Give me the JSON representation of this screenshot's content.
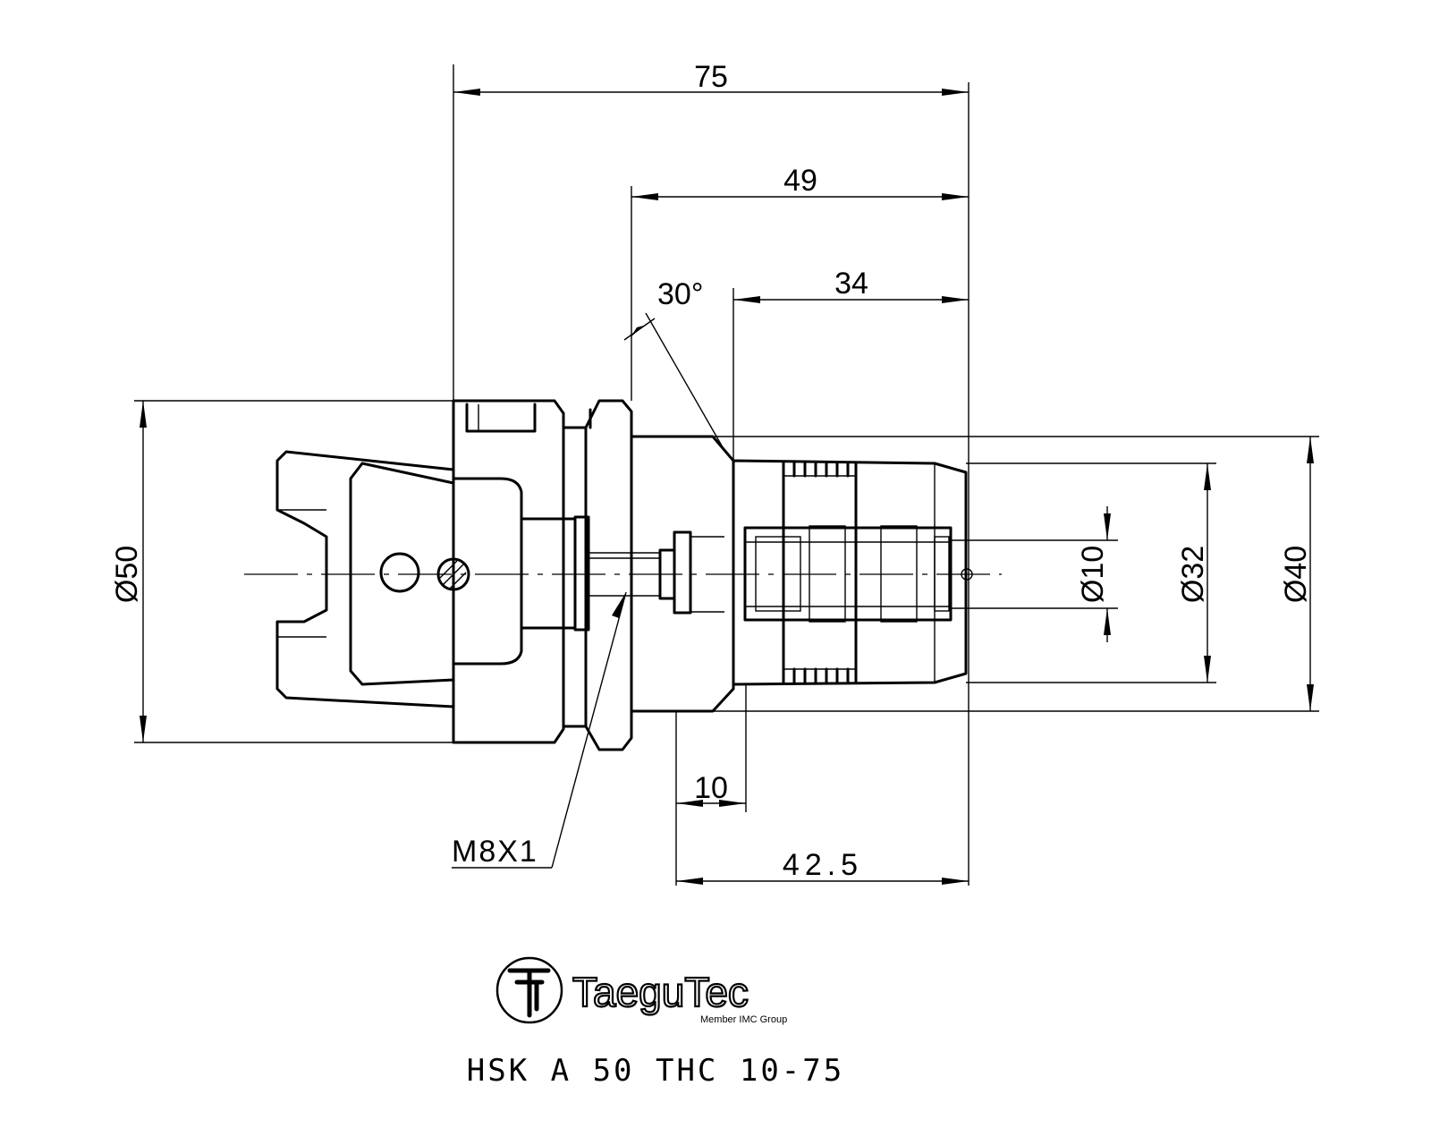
{
  "dimensions": {
    "overall_length": "75",
    "length_49": "49",
    "length_34": "34",
    "angle": "30°",
    "dia_50": "Ø50",
    "dia_10": "Ø10",
    "dia_32": "Ø32",
    "dia_40": "Ø40",
    "length_10": "10",
    "length_42_5": "42.5",
    "thread": "M8X1"
  },
  "logo": {
    "brand": "TaeguTec",
    "tagline": "Member IMC Group"
  },
  "part_number": "HSK A 50 THC 10-75"
}
